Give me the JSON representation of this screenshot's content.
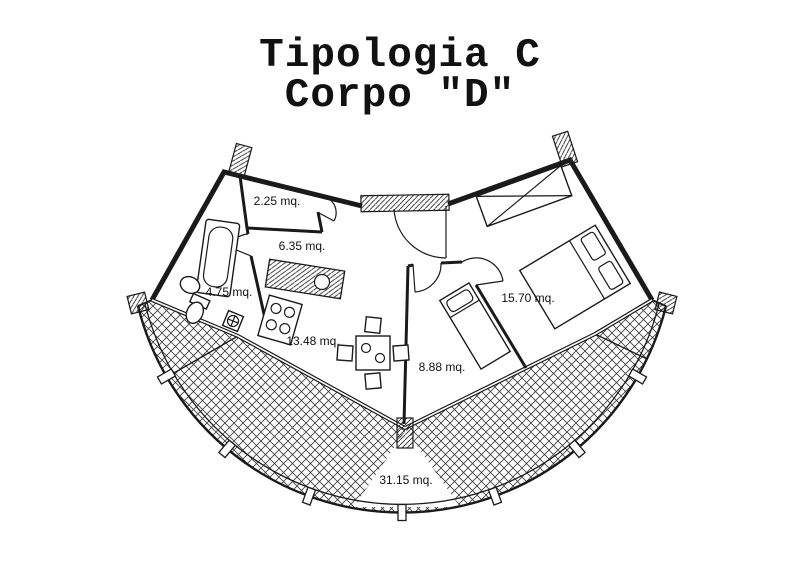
{
  "title": {
    "line1": "Tipologia C",
    "line2": "Corpo \"D\""
  },
  "rooms": [
    {
      "id": "closet",
      "label": "2.25 mq."
    },
    {
      "id": "hallway",
      "label": "6.35 mq."
    },
    {
      "id": "bathroom",
      "label": "4.75 mq."
    },
    {
      "id": "living-kitchen",
      "label": "13.48 mq."
    },
    {
      "id": "bedroom-small",
      "label": "8.88 mq."
    },
    {
      "id": "bedroom-main",
      "label": "15.70 mq."
    },
    {
      "id": "terrace",
      "label": "31.15 mq."
    }
  ],
  "colors": {
    "ink": "#1a1a1a",
    "paper": "#ffffff"
  }
}
